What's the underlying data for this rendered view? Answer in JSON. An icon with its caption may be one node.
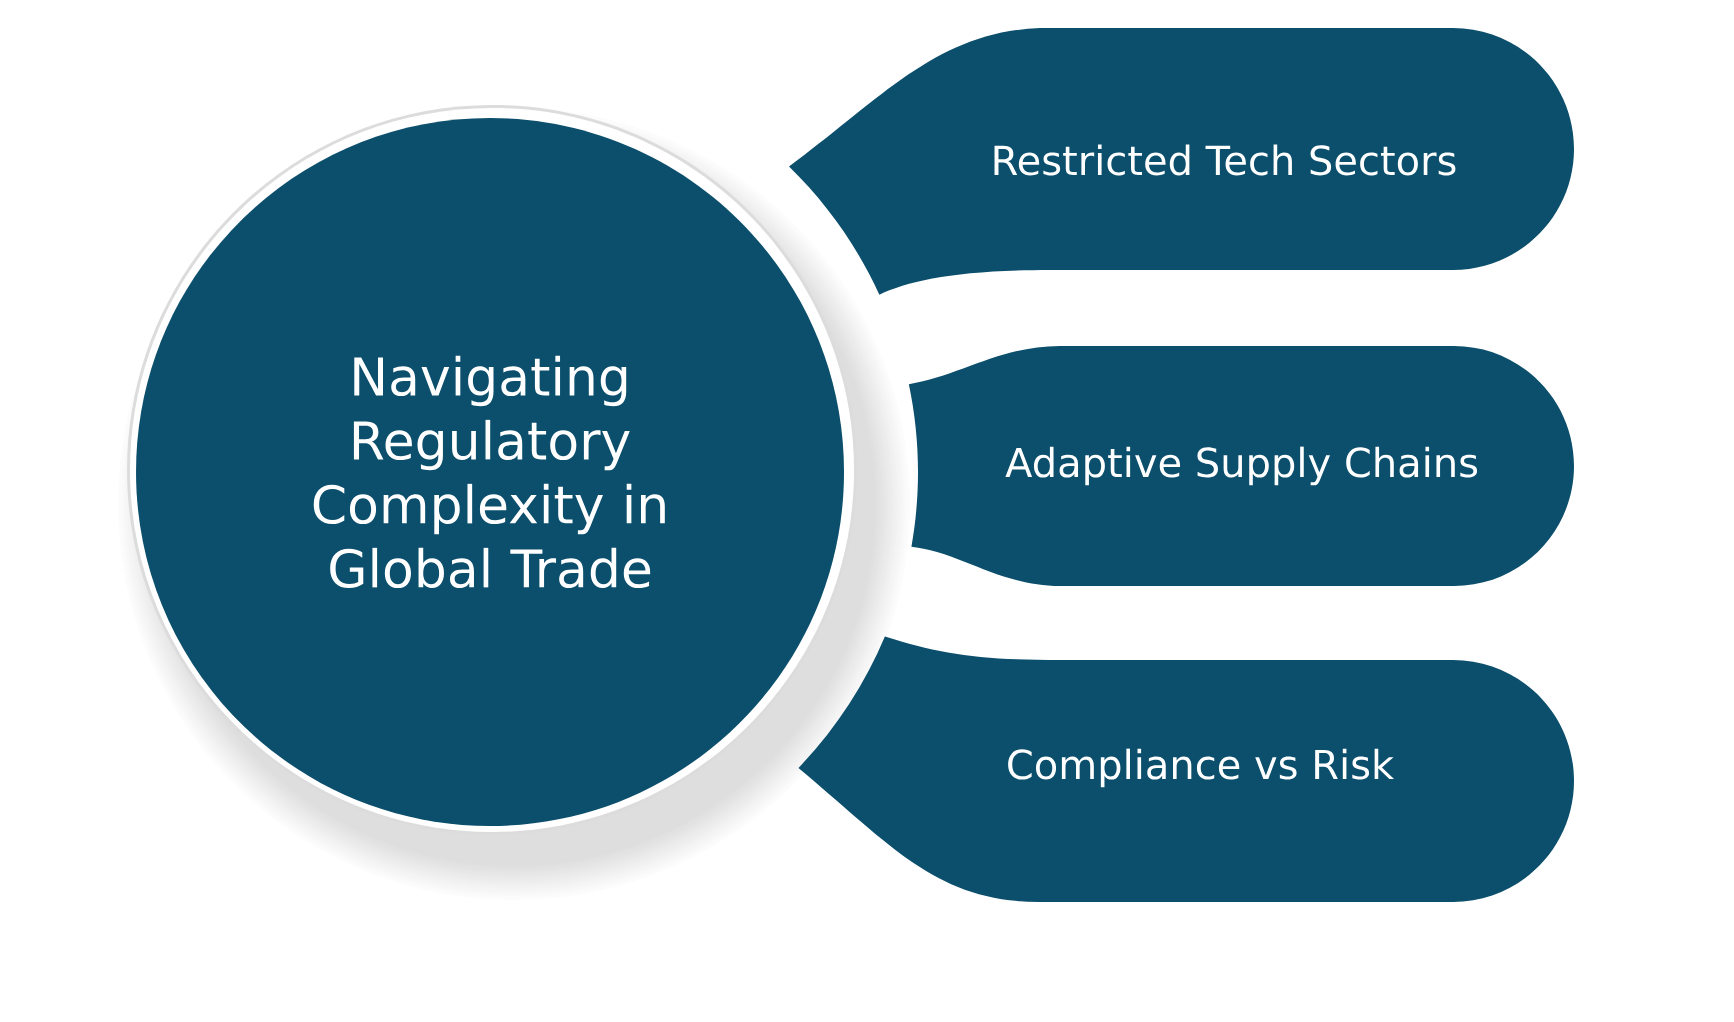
{
  "diagram": {
    "nodes": [
      {
        "text": [
          "Navigating Regulatory Complexity in Global Trade"
        ]
      },
      {
        "text": [
          "Restricted Tech Sectors"
        ]
      },
      {
        "text": [
          "Adaptive Supply Chains"
        ]
      },
      {
        "text": [
          "Compliance vs Risk"
        ]
      }
    ]
  }
}
